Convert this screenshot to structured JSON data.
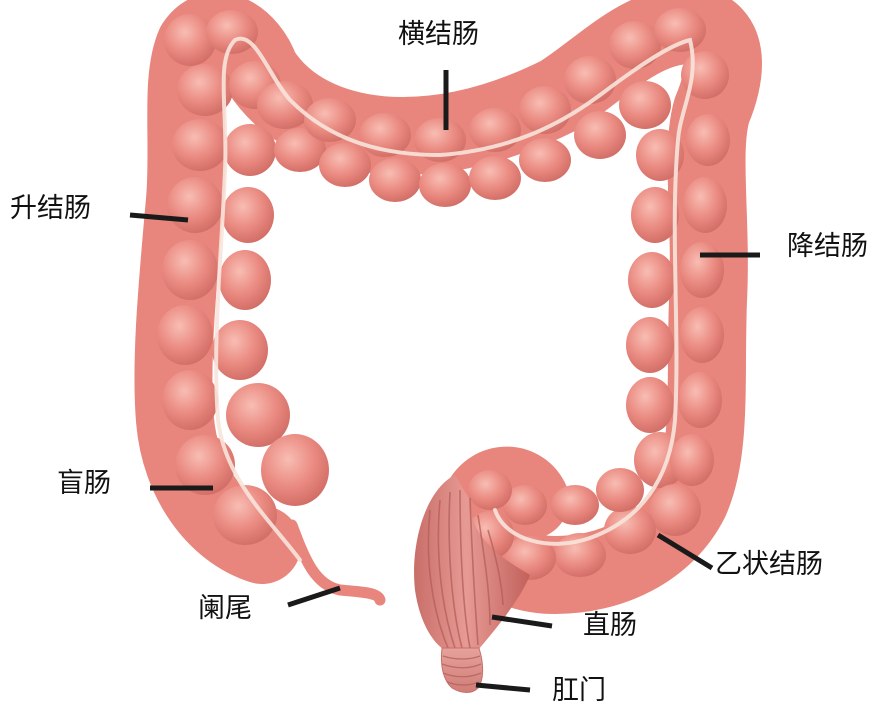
{
  "labels": {
    "transverse_colon": "横结肠",
    "ascending_colon": "升结肠",
    "descending_colon": "降结肠",
    "cecum": "盲肠",
    "sigmoid_colon": "乙状结肠",
    "appendix": "阑尾",
    "rectum": "直肠",
    "anus": "肛门"
  },
  "colors": {
    "colon_base": "#e8857c",
    "colon_highlight": "#f4aea4",
    "colon_shadow": "#c9625c",
    "colon_midline": "#f7e4dc",
    "rectum_fill": "#dc8580",
    "rectum_stripe": "#b35e5a",
    "leader_line": "#1a1a1a",
    "text": "#111111"
  }
}
